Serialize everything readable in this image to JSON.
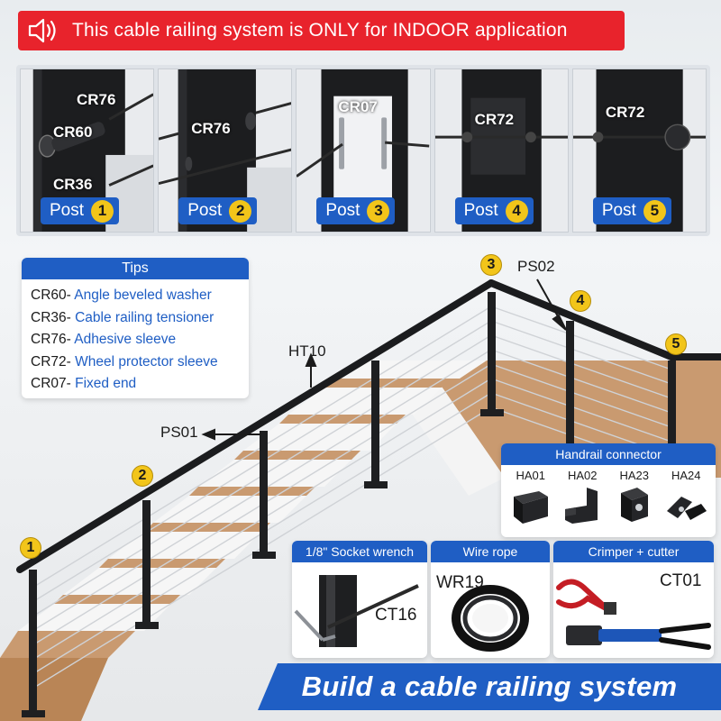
{
  "banner": {
    "text": "This cable railing system is ONLY for INDOOR application",
    "color": "#e8232c",
    "icon": "speaker-icon"
  },
  "posts": [
    {
      "label": "Post",
      "number": "1",
      "parts": [
        "CR76",
        "CR60",
        "CR36"
      ]
    },
    {
      "label": "Post",
      "number": "2",
      "parts": [
        "CR76"
      ]
    },
    {
      "label": "Post",
      "number": "3",
      "parts": [
        "CR07"
      ]
    },
    {
      "label": "Post",
      "number": "4",
      "parts": [
        "CR72"
      ]
    },
    {
      "label": "Post",
      "number": "5",
      "parts": [
        "CR72"
      ]
    }
  ],
  "tips": {
    "title": "Tips",
    "items": [
      {
        "code": "CR60-",
        "desc": "Angle beveled washer"
      },
      {
        "code": "CR36-",
        "desc": "Cable railing tensioner"
      },
      {
        "code": "CR76-",
        "desc": "Adhesive sleeve"
      },
      {
        "code": "CR72-",
        "desc": "Wheel protector sleeve"
      },
      {
        "code": "CR07-",
        "desc": "Fixed end"
      }
    ]
  },
  "scene": {
    "labels": {
      "ps02": "PS02",
      "ht10": "HT10",
      "ps01": "PS01"
    },
    "callouts": [
      "1",
      "2",
      "3",
      "4",
      "5"
    ]
  },
  "connector": {
    "title": "Handrail connector",
    "items": [
      "HA01",
      "HA02",
      "HA23",
      "HA24"
    ]
  },
  "tools": {
    "socket": {
      "title": "1/8\" Socket wrench",
      "code": "CT16"
    },
    "wire": {
      "title": "Wire rope",
      "code": "WR19"
    },
    "crimper": {
      "title": "Crimper + cutter",
      "code": "CT01"
    }
  },
  "footer": {
    "text": "Build a cable railing system"
  },
  "colors": {
    "accent": "#1f5ec4",
    "badge": "#f2c51a",
    "alert": "#e8232c"
  }
}
